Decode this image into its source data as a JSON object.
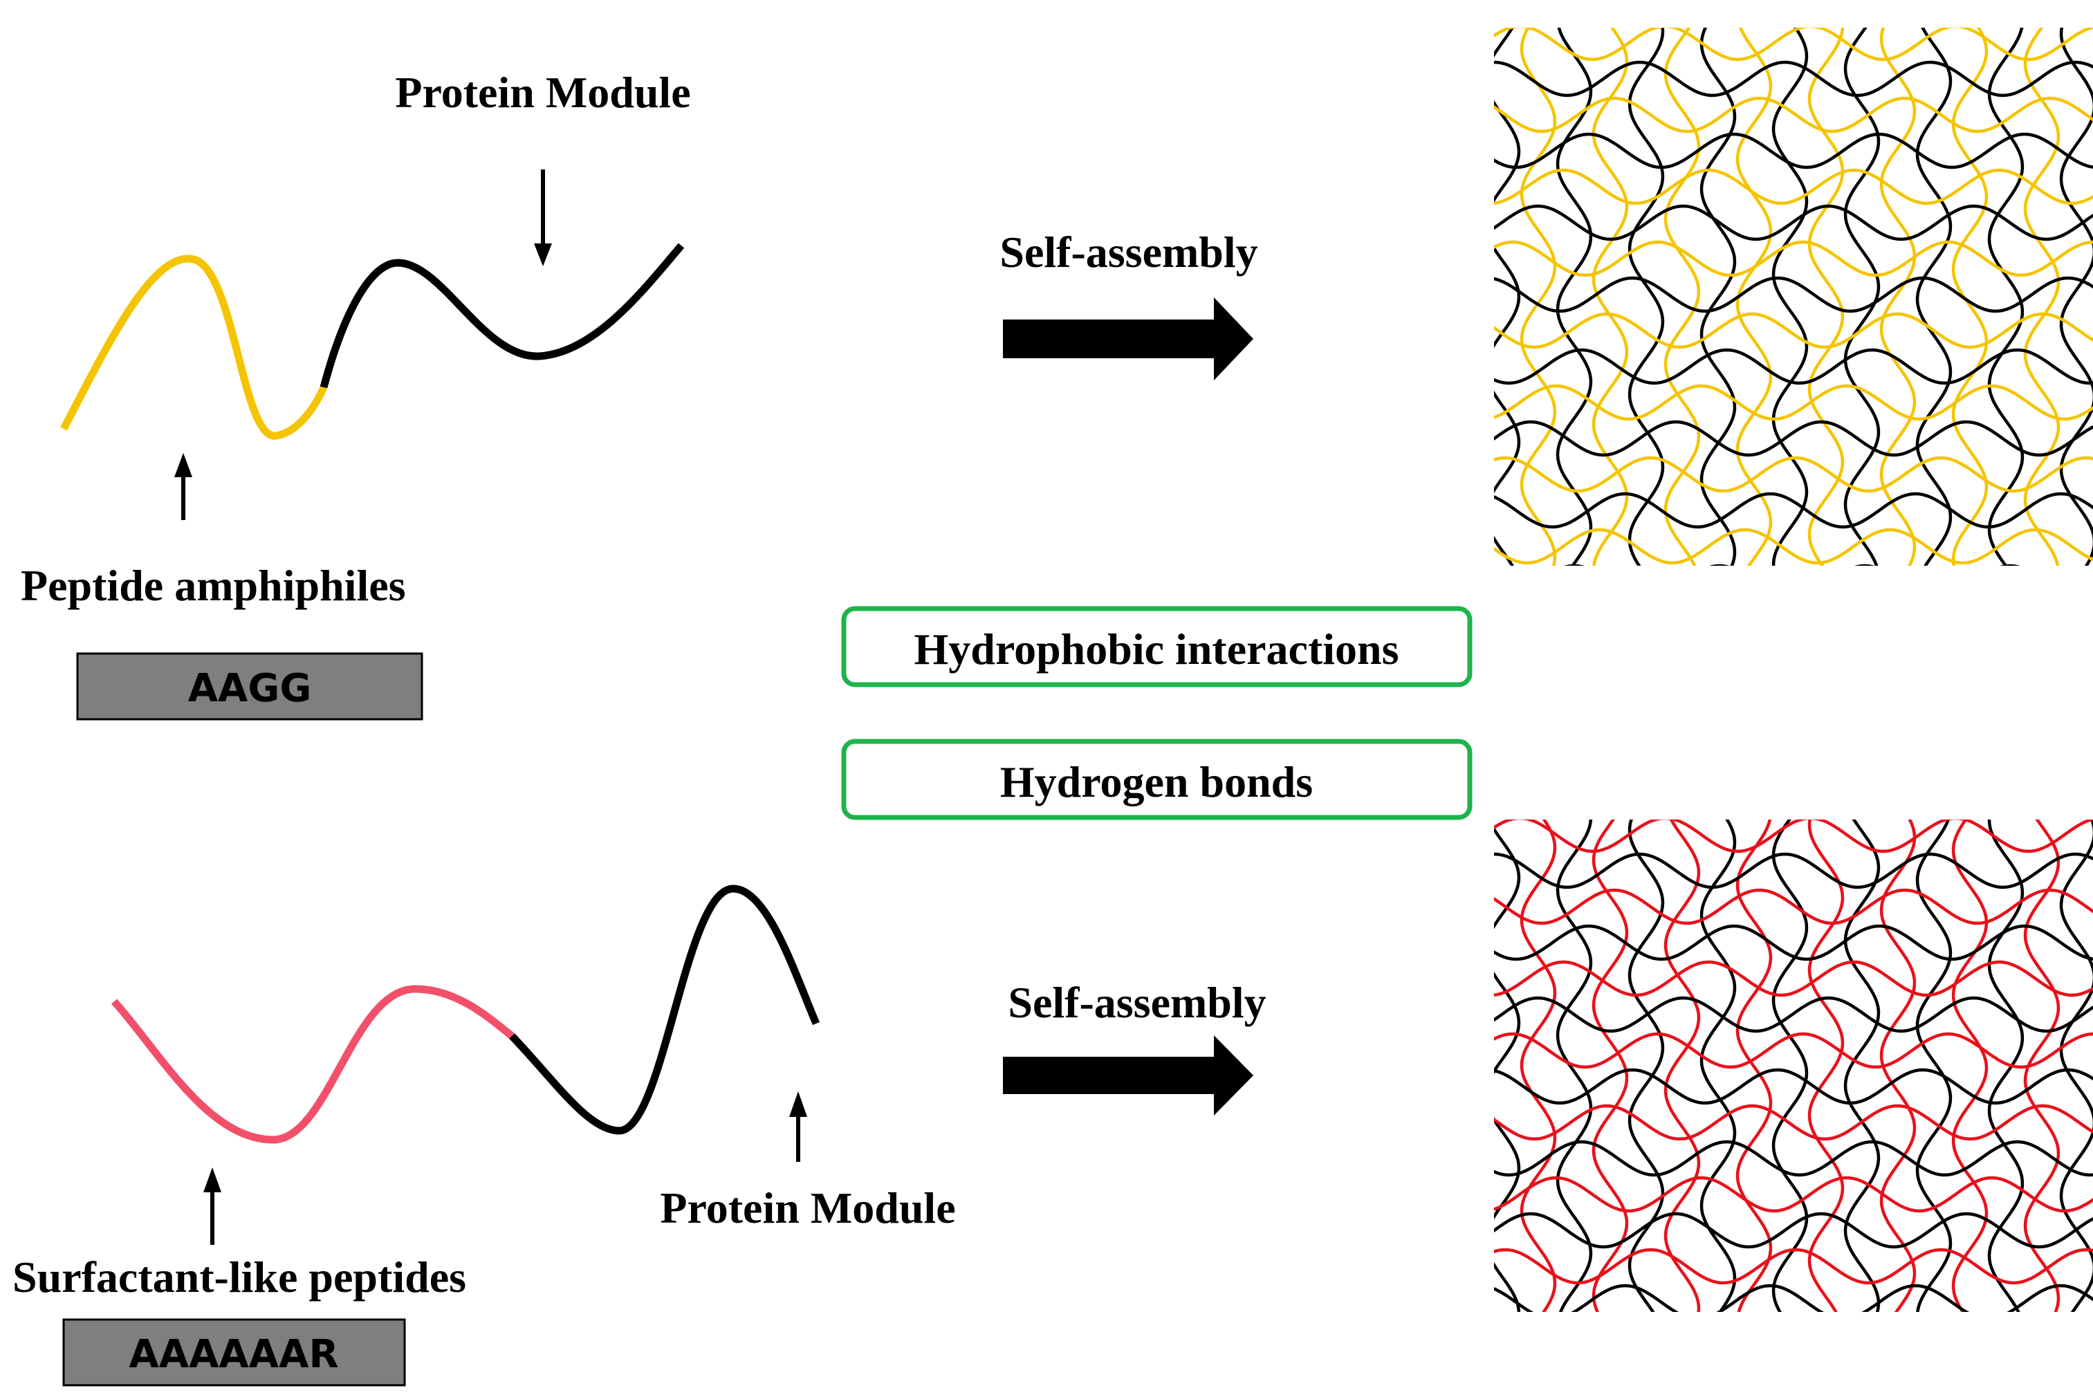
{
  "top_panel": {
    "module_label": "Protein Module",
    "peptide_label": "Peptide amphiphiles",
    "sequence": "AAGG",
    "assembly_label": "Self-assembly",
    "peptide_color": "#F5C400",
    "module_color": "#000000",
    "network_colors": [
      "#F5C400",
      "#000000"
    ]
  },
  "bottom_panel": {
    "module_label": "Protein Module",
    "peptide_label": "Surfactant-like peptides",
    "sequence": "AAAAAAR",
    "assembly_label": "Self-assembly",
    "peptide_color": "#F2506A",
    "module_color": "#000000",
    "network_colors": [
      "#E8111B",
      "#000000"
    ]
  },
  "interactions": {
    "items": [
      "Hydrophobic interactions",
      "Hydrogen bonds"
    ],
    "border_color": "#1DB44B"
  },
  "sequence_box_color": "#7F7F7F",
  "arrow_color": "#000000"
}
